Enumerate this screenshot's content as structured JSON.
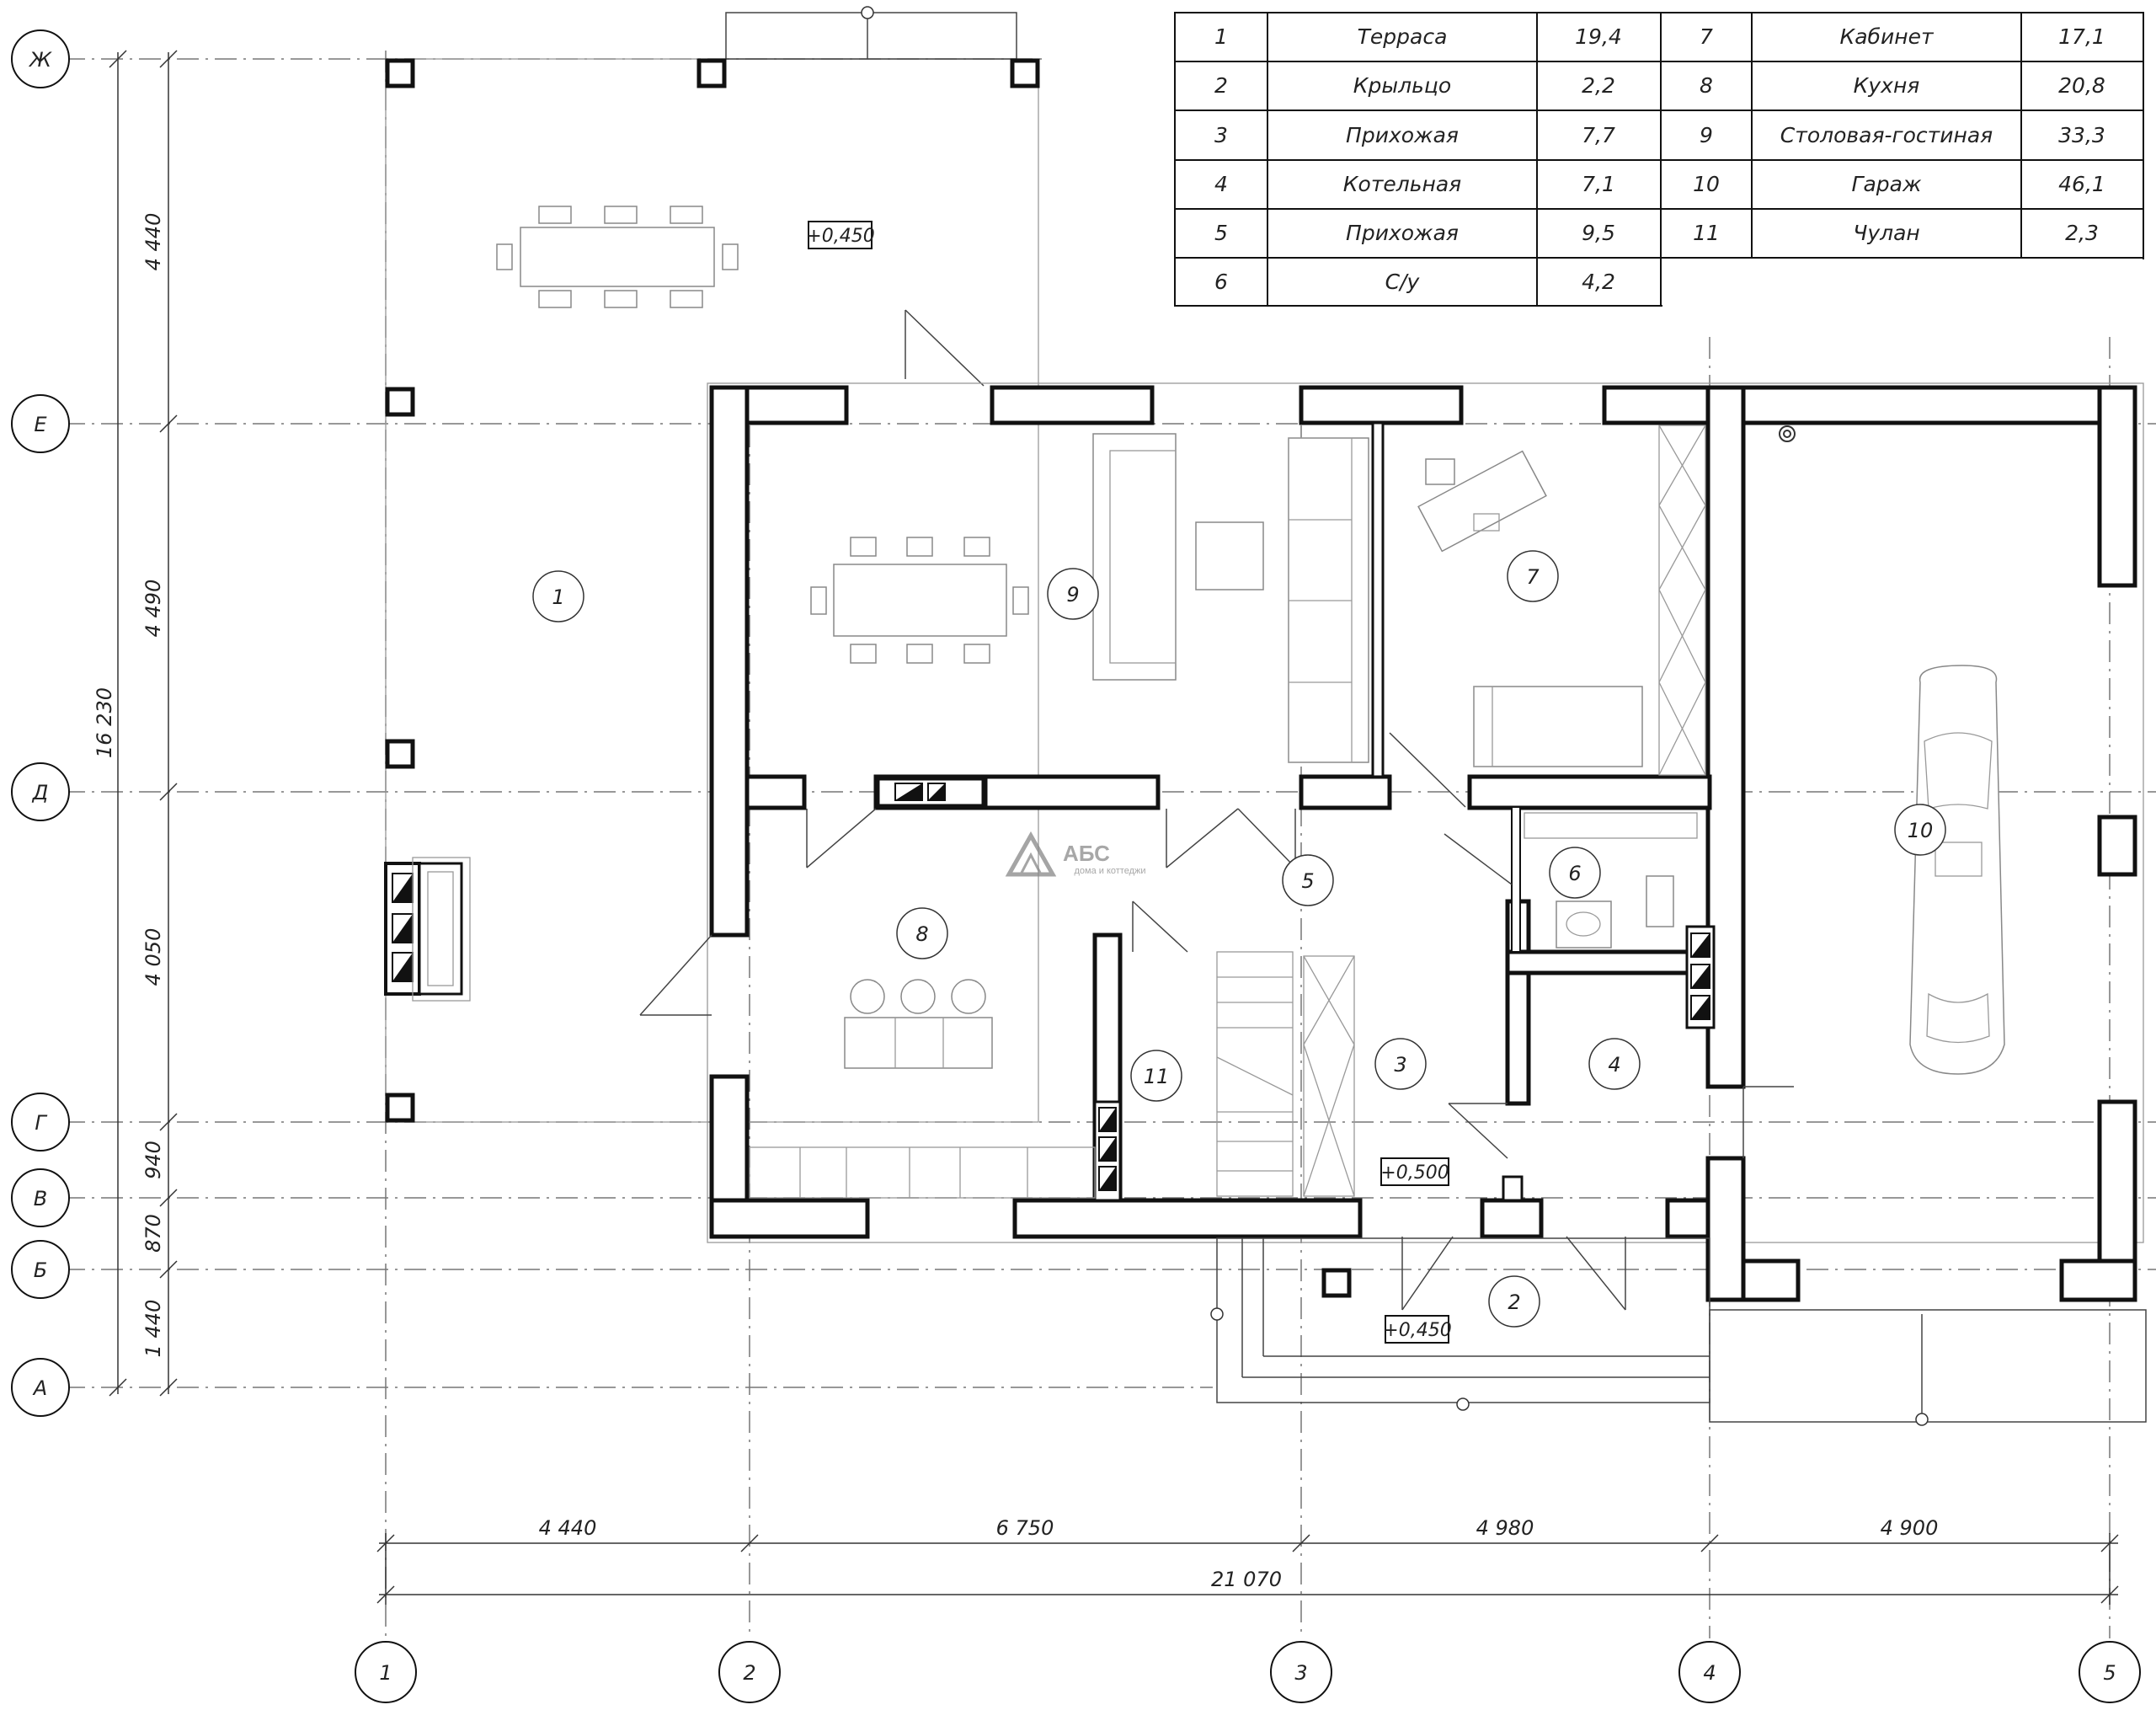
{
  "room_table": [
    {
      "num": "1",
      "name": "Терраса",
      "area": "19,4"
    },
    {
      "num": "2",
      "name": "Крыльцо",
      "area": "2,2"
    },
    {
      "num": "3",
      "name": "Прихожая",
      "area": "7,7"
    },
    {
      "num": "4",
      "name": "Котельная",
      "area": "7,1"
    },
    {
      "num": "5",
      "name": "Прихожая",
      "area": "9,5"
    },
    {
      "num": "6",
      "name": "С/у",
      "area": "4,2"
    },
    {
      "num": "7",
      "name": "Кабинет",
      "area": "17,1"
    },
    {
      "num": "8",
      "name": "Кухня",
      "area": "20,8"
    },
    {
      "num": "9",
      "name": "Столовая-гостиная",
      "area": "33,3"
    },
    {
      "num": "10",
      "name": "Гараж",
      "area": "46,1"
    },
    {
      "num": "11",
      "name": "Чулан",
      "area": "2,3"
    }
  ],
  "axes_rows": [
    "Ж",
    "Е",
    "Д",
    "Г",
    "В",
    "Б",
    "А"
  ],
  "axes_cols": [
    "1",
    "2",
    "3",
    "4",
    "5"
  ],
  "dims_vertical": [
    "4 440",
    "4 490",
    "4 050",
    "940",
    "870",
    "1 440"
  ],
  "dim_vertical_total": "16 230",
  "dims_horizontal": [
    "4 440",
    "6 750",
    "4 980",
    "4 900"
  ],
  "dim_horizontal_total": "21 070",
  "levels": {
    "terrace": "+0,450",
    "hall": "+0,500",
    "porch": "+0,450"
  },
  "room_markers": [
    "1",
    "2",
    "3",
    "4",
    "5",
    "6",
    "7",
    "8",
    "9",
    "10",
    "11"
  ],
  "logo": {
    "name": "АБС",
    "tagline": "дома и коттеджи",
    "color": "#8a8a8a"
  }
}
